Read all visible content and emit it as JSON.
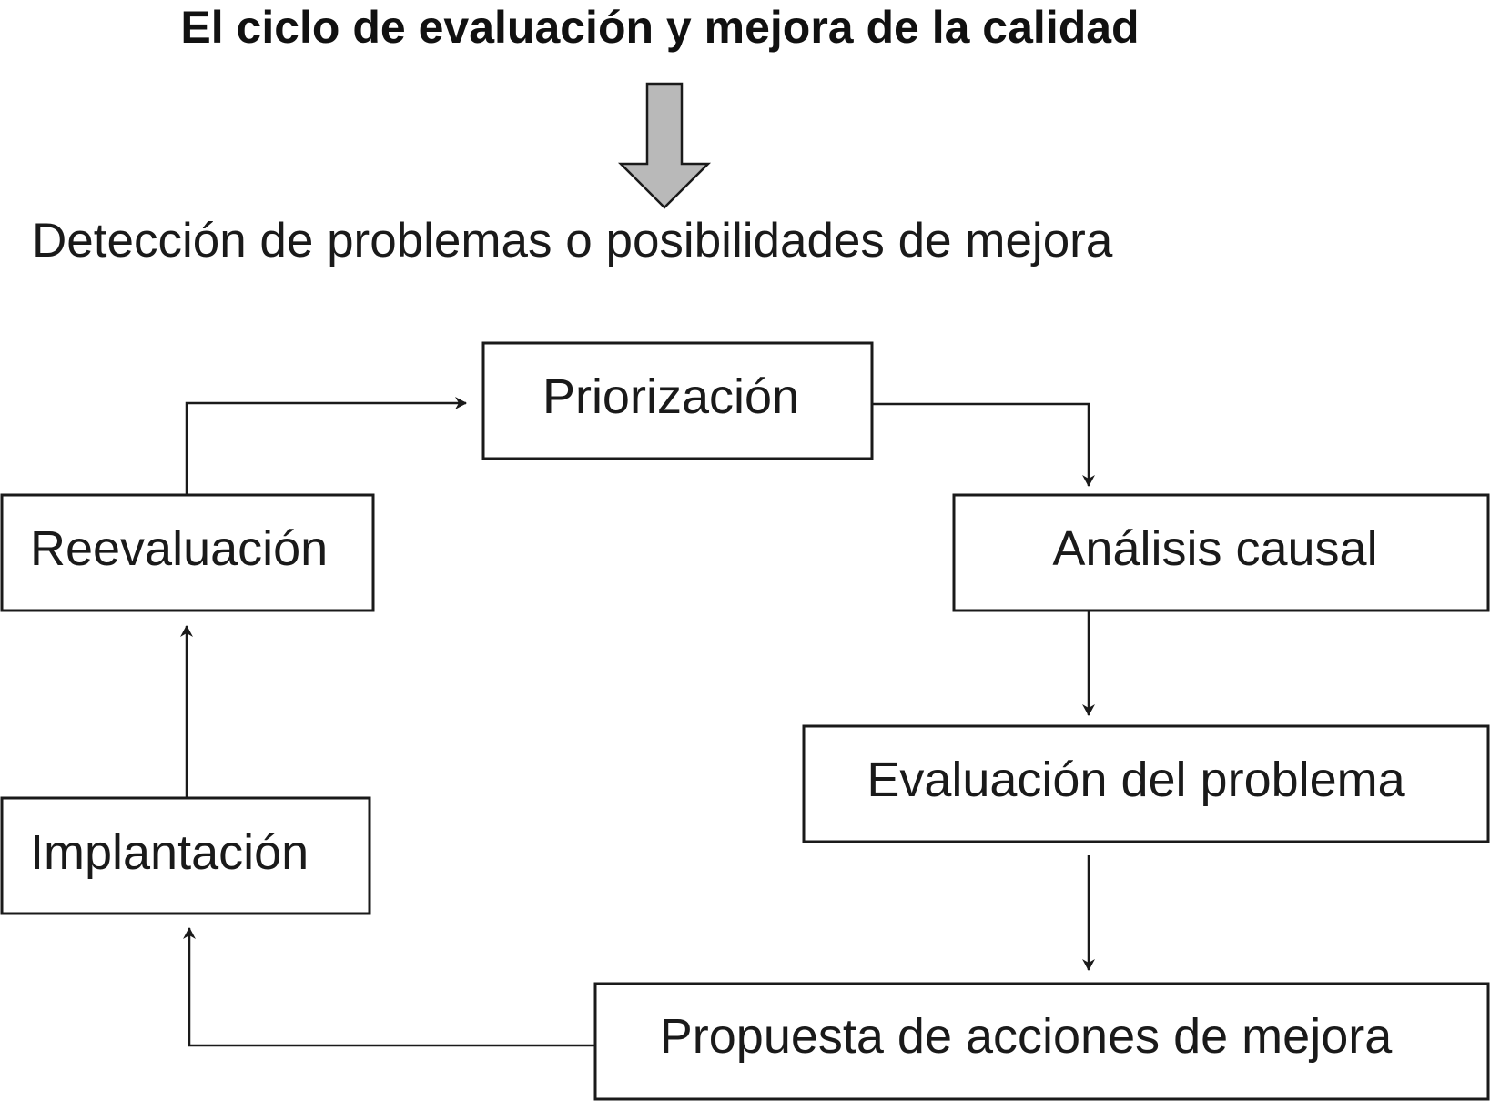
{
  "title": "El ciclo de evaluación y mejora de la calidad",
  "subtitle": "Detección de problemas o posibilidades de mejora",
  "colors": {
    "stroke": "#1a1a1a",
    "big_arrow_fill": "#b9b9b9",
    "background": "#ffffff"
  },
  "nodes": {
    "priorizacion": "Priorización",
    "analisis": "Análisis causal",
    "evaluacion": "Evaluación del problema",
    "propuesta": "Propuesta de acciones de mejora",
    "implantacion": "Implantación",
    "reevaluacion": "Reevaluación"
  },
  "edges": [
    {
      "from": "priorizacion",
      "to": "analisis"
    },
    {
      "from": "analisis",
      "to": "evaluacion"
    },
    {
      "from": "evaluacion",
      "to": "propuesta"
    },
    {
      "from": "propuesta",
      "to": "implantacion"
    },
    {
      "from": "implantacion",
      "to": "reevaluacion"
    },
    {
      "from": "reevaluacion",
      "to": "priorizacion"
    }
  ]
}
